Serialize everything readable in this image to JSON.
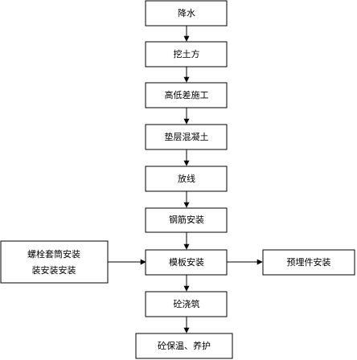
{
  "flowchart": {
    "steps": [
      {
        "id": "s1",
        "label": "降水"
      },
      {
        "id": "s2",
        "label": "挖土方"
      },
      {
        "id": "s3",
        "label": "高低差施工"
      },
      {
        "id": "s4",
        "label": "垫层混凝土"
      },
      {
        "id": "s5",
        "label": "放线"
      },
      {
        "id": "s6",
        "label": "钢筋安装"
      },
      {
        "id": "s7",
        "label": "模板安装"
      },
      {
        "id": "s8",
        "label": "砼浇筑"
      },
      {
        "id": "s9",
        "label": "砼保温、养护"
      }
    ],
    "side_inputs": [
      {
        "id": "left1",
        "line1": "螺栓套筒安装",
        "line2": "装安装安装"
      }
    ],
    "side_outputs": [
      {
        "id": "right1",
        "label": "预埋件安装"
      }
    ]
  }
}
